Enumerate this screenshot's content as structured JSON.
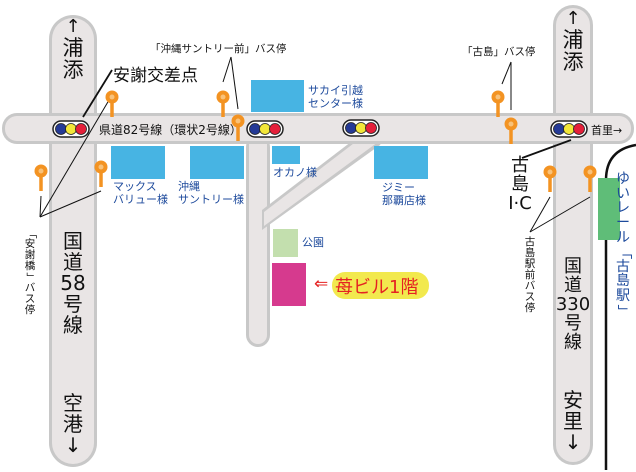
{
  "colors": {
    "road_fill": "#e9e5e5",
    "road_edge": "#c8c8c8",
    "building": "#47b4e3",
    "park": "#c3dfae",
    "target_building": "#d63a8e",
    "target_label_bg": "#f2e94e",
    "target_label_text": "#e52222",
    "bus_stop": "#f39322",
    "monorail_station": "#5fbd78",
    "signal_blue": "#253a96",
    "signal_yellow": "#f3e73a",
    "signal_red": "#e5203a",
    "label_blue": "#1d4a9c",
    "text_black": "#111111"
  },
  "roads": {
    "route58_top": "↑\n浦\n添",
    "route58_name": [
      "国",
      "道",
      "58",
      "号",
      "線"
    ],
    "route58_bottom": [
      "空",
      "港",
      "↓"
    ],
    "route330_top": "↑\n浦\n添",
    "route330_name": [
      "国",
      "道",
      "330",
      "号",
      "線"
    ],
    "route330_bottom": [
      "安",
      "里",
      "↓"
    ],
    "prefectural_road": "県道82号線（環状2号線）",
    "shuri_direction": "首里→"
  },
  "intersections": {
    "ajana": "安謝交差点",
    "furujima_ic": [
      "古",
      "島",
      "I·C"
    ]
  },
  "bus_stops": {
    "okinawa_suntory_mae": "「沖縄サントリー前」バス停",
    "furujima": "「古島」バス停",
    "ajanabashi": [
      "「",
      "安",
      "謝",
      "橋",
      "」",
      "バ",
      "ス",
      "停"
    ],
    "furujima_eki_mae": [
      "古",
      "島",
      "駅",
      "前",
      "バ",
      "ス",
      "停"
    ]
  },
  "buildings": [
    {
      "id": "sakai",
      "label": [
        "サカイ引越",
        "センター様"
      ]
    },
    {
      "id": "max-value",
      "label": [
        "マックス",
        "バリュー様"
      ]
    },
    {
      "id": "okinawa-suntory",
      "label": [
        "沖縄",
        "サントリー様"
      ]
    },
    {
      "id": "okano",
      "label": [
        "オカノ様"
      ]
    },
    {
      "id": "jimmy",
      "label": [
        "ジミー",
        "那覇店様"
      ]
    }
  ],
  "park": {
    "label": "公園"
  },
  "target": {
    "arrow": "⇐",
    "label": "苺ビル1階"
  },
  "monorail": {
    "line_name": [
      "ゆ",
      "い",
      "レ",
      "ー",
      "ル"
    ],
    "station_name": [
      "「",
      "古",
      "島",
      "駅",
      "」"
    ]
  }
}
